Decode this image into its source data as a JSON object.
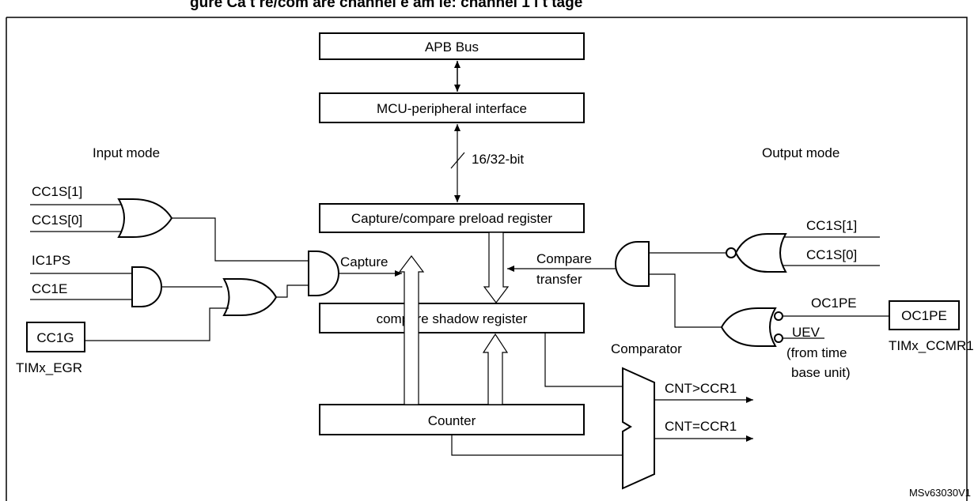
{
  "title": "gure  Ca t re/com are channel  e am le: channel 1 i  t   tage",
  "apb_bus": "APB Bus",
  "mcu_interface": "MCU-peripheral interface",
  "bus_width": "16/32-bit",
  "input_mode": "Input mode",
  "output_mode": "Output mode",
  "preload_register": "Capture/compare preload register",
  "shadow_register": "compare shadow register",
  "counter": "Counter",
  "comparator": "Comparator",
  "capture": "Capture",
  "compare_transfer_line1": "Compare",
  "compare_transfer_line2": "transfer",
  "in_cc1s1": "CC1S[1]",
  "in_cc1s0": "CC1S[0]",
  "ic1ps": "IC1PS",
  "cc1e": "CC1E",
  "cc1g": "CC1G",
  "timx_egr": "TIMx_EGR",
  "out_cc1s1": "CC1S[1]",
  "out_cc1s0": "CC1S[0]",
  "oc1pe_signal": "OC1PE",
  "oc1pe_box": "OC1PE",
  "uev": "UEV",
  "uev_note_line1": "(from time",
  "uev_note_line2": "base unit)",
  "timx_ccmr1": "TIMx_CCMR1",
  "cnt_gt_ccr1": "CNT>CCR1",
  "cnt_eq_ccr1": "CNT=CCR1",
  "doc_id": "MSv63030V1"
}
